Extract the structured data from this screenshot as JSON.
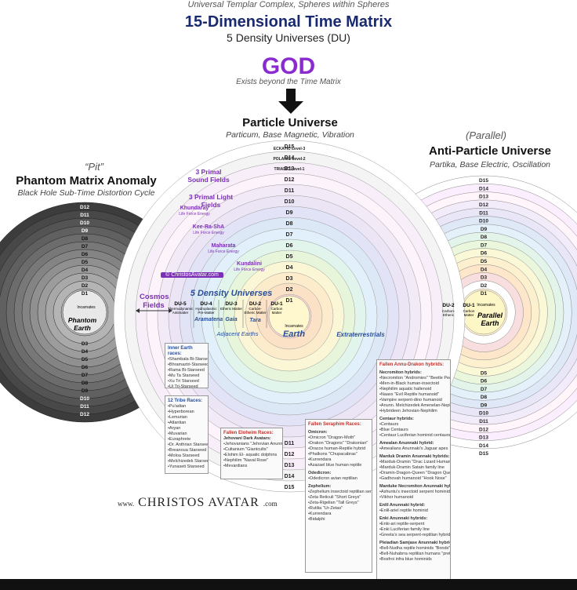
{
  "header": {
    "subtitle": "Universal Templar Complex, Spheres within Spheres",
    "title": "15-Dimensional Time Matrix",
    "du_label": "5 Density Universes (DU)"
  },
  "god": {
    "title": "GOD",
    "note": "Exists beyond the Time Matrix"
  },
  "particle": {
    "title": "Particle Universe",
    "note": "Particum, Base Magnetic, Vibration"
  },
  "anti_particle": {
    "tag": "(Parallel)",
    "title": "Anti-Particle Universe",
    "note": "Partika, Base Electric, Oscillation"
  },
  "phantom": {
    "tag": "“Pit”",
    "title": "Phantom Matrix Anomaly",
    "note": "Black Hole Sub-Time Distortion Cycle"
  },
  "colors": {
    "title_blue": "#1a2a6e",
    "god_purple": "#8a2bd0",
    "label_purple": "#7b2fb5",
    "phantom_dark": "#5a5a5a",
    "ring_light": "#eeeeee"
  },
  "left_rings": [
    "D12",
    "D11",
    "D10",
    "D9",
    "D8",
    "D7",
    "D6",
    "D5",
    "D4",
    "D3",
    "D2",
    "D1"
  ],
  "left_rings_lower": [
    "D3",
    "D4",
    "D5",
    "D6",
    "D7",
    "D8",
    "D9",
    "D10",
    "D11",
    "D12"
  ],
  "left_center": {
    "incarnates": "Incarnates",
    "label": "Phantom Earth"
  },
  "right_rings": [
    "D15",
    "D14",
    "D13",
    "D12",
    "D11",
    "D10",
    "D9",
    "D8",
    "D7",
    "D6",
    "D5",
    "D4",
    "D3",
    "D2",
    "D1"
  ],
  "right_rings_lower": [
    "D5",
    "D6",
    "D7",
    "D8",
    "D9",
    "D10",
    "D11",
    "D12",
    "D13",
    "D14",
    "D15"
  ],
  "right_center": {
    "incarnates": "Incarnates",
    "label": "Parallel Earth"
  },
  "right_du": [
    {
      "code": "DU-2",
      "label": "Carbon-Etheric"
    },
    {
      "code": "DU-1",
      "label": "Carbon Matter"
    }
  ],
  "center_top_labels": [
    "ECKATIC Level-3",
    "POLARIC Level-2",
    "TRIADIC Level-1"
  ],
  "center_rings_upper": [
    "D15",
    "D14",
    "D13",
    "D12",
    "D11",
    "D10",
    "D9",
    "D8",
    "D7",
    "D6",
    "D5",
    "D4",
    "D3",
    "D2",
    "D1"
  ],
  "center_rings_lower": [
    "D11",
    "D12",
    "D13",
    "D14",
    "D15"
  ],
  "center_center": {
    "incarnates": "Incarnates",
    "label": "Earth"
  },
  "center_side_labels": [
    {
      "title": "3 Primal Sound Fields"
    },
    {
      "title": "3 Primal Light Fields"
    },
    {
      "title": "Khundaray",
      "note": "Life Force Energy"
    },
    {
      "title": "Kee-Ra-ShA",
      "note": "Life Force Energy"
    },
    {
      "title": "Maharata",
      "note": "Life Force Energy"
    },
    {
      "title": "Kundalini",
      "note": "Life Force Energy"
    }
  ],
  "cosmos_label": "Cosmos Fields",
  "center_du_title": "5 Density Universes",
  "center_du": [
    {
      "code": "DU-5",
      "label": "Thermodynamic Antimatter",
      "name": ""
    },
    {
      "code": "DU-4",
      "label": "Hydroplasmic Pre-Matter",
      "name": "Aramatena"
    },
    {
      "code": "DU-3",
      "label": "Etheric Matter",
      "name": "Gaia"
    },
    {
      "code": "DU-2",
      "label": "Carbon-Etheric Matter",
      "name": "Tara"
    },
    {
      "code": "DU-1",
      "label": "Carbon Matter",
      "name": "Earth"
    }
  ],
  "adjacent_earths": "Adjacent Earths",
  "extraterrestrials": "Extraterrestrials",
  "watermark": "© ChristosAvatar.com",
  "box_inner_earth": {
    "title": "Inner Earth races:",
    "items": [
      "Shambala Bi-Starseed",
      "Bhramaztri-Starseed",
      "Rama Bi-Starseed",
      "Mu Ta Starseed",
      "Xu Tri Starseed",
      "Ui Tri-Starseed"
    ]
  },
  "box_tribes": {
    "title": "12 Tribe Races:",
    "items": [
      "Pu'adian",
      "Hyperborean",
      "Lemurian",
      "Atlantian",
      "Aryan",
      "Muvarian",
      "Euraphrete",
      "Dr. Anthrian Starseed",
      "Breanoua Starseed",
      "Moloa Starseed",
      "Melchizedek Starseed",
      "Yunaseti Starseed"
    ]
  },
  "box_eloheim": {
    "title": "Fallen Eloheim Races:",
    "subtitle": "Jehovani Dark Avatars:",
    "items": [
      "Jehovanians \"Jehovian Anunnaki\"",
      "Cultanium \"Giantcults\"",
      "Elohim El- aquatic dolphins",
      "Nephilim \"Naval Rose\"",
      "Mevardians"
    ]
  },
  "box_seraphim": {
    "title": "Fallen Seraphim Races:",
    "groups": [
      {
        "name": "Omicron:",
        "items": [
          "Omicron \"Dragon-Moth\"",
          "Drakon \"Dragons\" \"Drakonian\"",
          "Dracos human-Reptile hybrid",
          "Phalkons \"Chupacabras\"",
          "Kurrendara",
          "Azazael blue human reptile"
        ]
      },
      {
        "name": "Odedicron:",
        "items": [
          "Odedicron avian reptilian"
        ]
      },
      {
        "name": "Zephelium:",
        "items": [
          "Zephelium insectoid reptilian serpent",
          "Zeta Reticuli \"Short Greys\"",
          "Zeta-Rigelian \"Tall Greys\"",
          "Rutilia \"Ur-Zetas\"",
          "Kurrendara",
          "Bidalphi"
        ]
      }
    ]
  },
  "box_annu": {
    "title": "Fallen Annu-Drakon hybrids:",
    "groups": [
      {
        "name": "Necromiton hybrids:",
        "items": [
          "Necromiton \"Andromies\" \"Beetle People\"",
          "Men-in-Black human-insectoid",
          "Nephilim aquatic hallenoid",
          "Naaxx \"Evil Reptile humanoid\"",
          "Vampire serpent-dino humanoid",
          "Anunn. Melchizedek Amenelan-Nephilim",
          "Hybrideen Jehovian-Nephilim"
        ]
      },
      {
        "name": "Centaur hybrids:",
        "items": [
          "Centaurs",
          "Blue Centaurs",
          "Centaur Luciferian hominid centaurs"
        ]
      },
      {
        "name": "Amealan Anunnaki hybrid:",
        "items": [
          "Amealians Anunnaki's Jaguar apes"
        ]
      },
      {
        "name": "Marduk Dramin Anunnaki hybrids:",
        "items": [
          "Marduk-Dramin \"Drac Lizard Humanoid\"",
          "Marduk-Dramin Satain family line",
          "Dramin-Dragon-Queen \"Dragon Queens\"",
          "Gadhovah humanoid \"Hook Nose\""
        ]
      },
      {
        "name": "Marduke Necromiton Anunnaki hybrid:",
        "items": [
          "Ashuntu’s insectoid serpent hominid",
          "Vikhor humanoid"
        ]
      },
      {
        "name": "Enlil Anunnaki hybrid:",
        "items": [
          "Enlil-ariel reptile hominid"
        ]
      },
      {
        "name": "Enki Anunnaki hybrids:",
        "items": [
          "Enki-ari reptile-serpent",
          "Enki Luciferian family line",
          "Greeta’s sea serpent-reptilian hybrid"
        ]
      },
      {
        "name": "Pleiadian Samjase Anunnaki hybrid:",
        "items": [
          "Bell-Nudha reptile hominids \"Bonds\"",
          "Bell-Nuhabrra reptilian humans \"pretty perfect humans\"",
          "Bosfroi infra blue hominids"
        ]
      }
    ]
  },
  "footer": {
    "pre": "www.",
    "brand": "CHRISTOS AVATAR",
    "post": ".com"
  }
}
